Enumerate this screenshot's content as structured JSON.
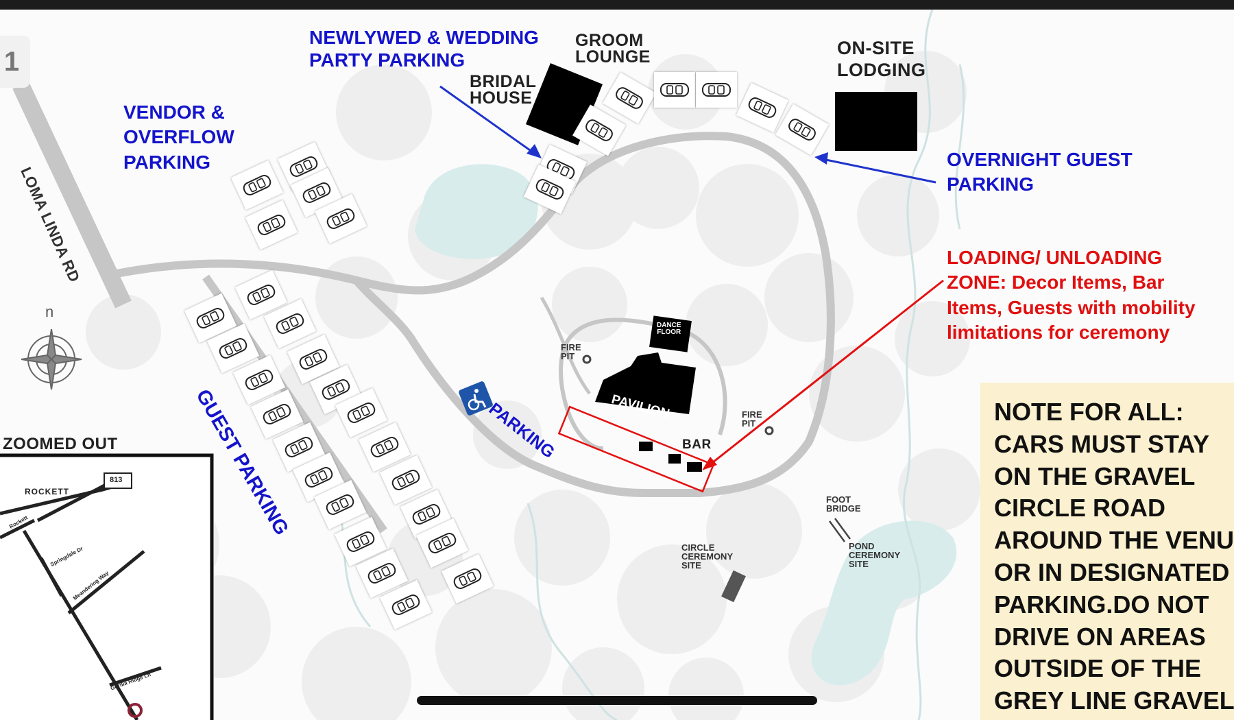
{
  "page_badge": "1",
  "labels": {
    "newlywed_parking": "NEWLYWED & WEDDING\nPARTY PARKING",
    "groom_lounge": "GROOM\nLOUNGE",
    "bridal_house": "BRIDAL\nHOUSE",
    "on_site_lodging": "ON-SITE\nLODGING",
    "vendor_parking": "VENDOR &\nOVERFLOW\nPARKING",
    "overnight_parking": "OVERNIGHT GUEST\nPARKING",
    "loading_zone": "LOADING/ UNLOADING\nZONE: Decor Items, Bar\nItems, Guests with mobility\nlimitations for ceremony",
    "road_name": "LOMA LINDA RD",
    "compass_n": "n",
    "guest_parking": "GUEST PARKING",
    "accessible_parking": "PARKING",
    "fire_pit_left": "FIRE\nPIT",
    "fire_pit_right": "FIRE\nPIT",
    "dance_floor": "DANCE\nFLOOR",
    "pavilion": "PAVILION",
    "bar": "BAR",
    "foot_bridge": "FOOT\nBRIDGE",
    "pond_ceremony": "POND\nCEREMONY\nSITE",
    "circle_ceremony": "CIRCLE\nCEREMONY\nSITE",
    "zoomed_out": "ZOOMED OUT"
  },
  "inset": {
    "rockett": "ROCKETT",
    "route": "813",
    "rockett_small": "Rockett",
    "springdale": "Springdale Dr",
    "meandering": "Meandering Way",
    "gorilla": "Gorilla Ridge Ln"
  },
  "note": "NOTE FOR ALL:\nCARS MUST STAY\nON THE GRAVEL\nCIRCLE ROAD\nAROUND THE VENUE\nOR IN DESIGNATED\nPARKING.DO NOT\nDRIVE ON AREAS\nOUTSIDE OF THE\nGREY LINE GRAVEL",
  "colors": {
    "blue_text": "#1414cc",
    "red_text": "#e10f0f",
    "note_bg": "#fbf0cf",
    "road": "#c4c4c4",
    "water": "#d8ecec",
    "accessible": "#1f55a8"
  },
  "icons": [
    "compass-icon",
    "wheelchair-icon",
    "car-icon",
    "location-pin-icon"
  ]
}
